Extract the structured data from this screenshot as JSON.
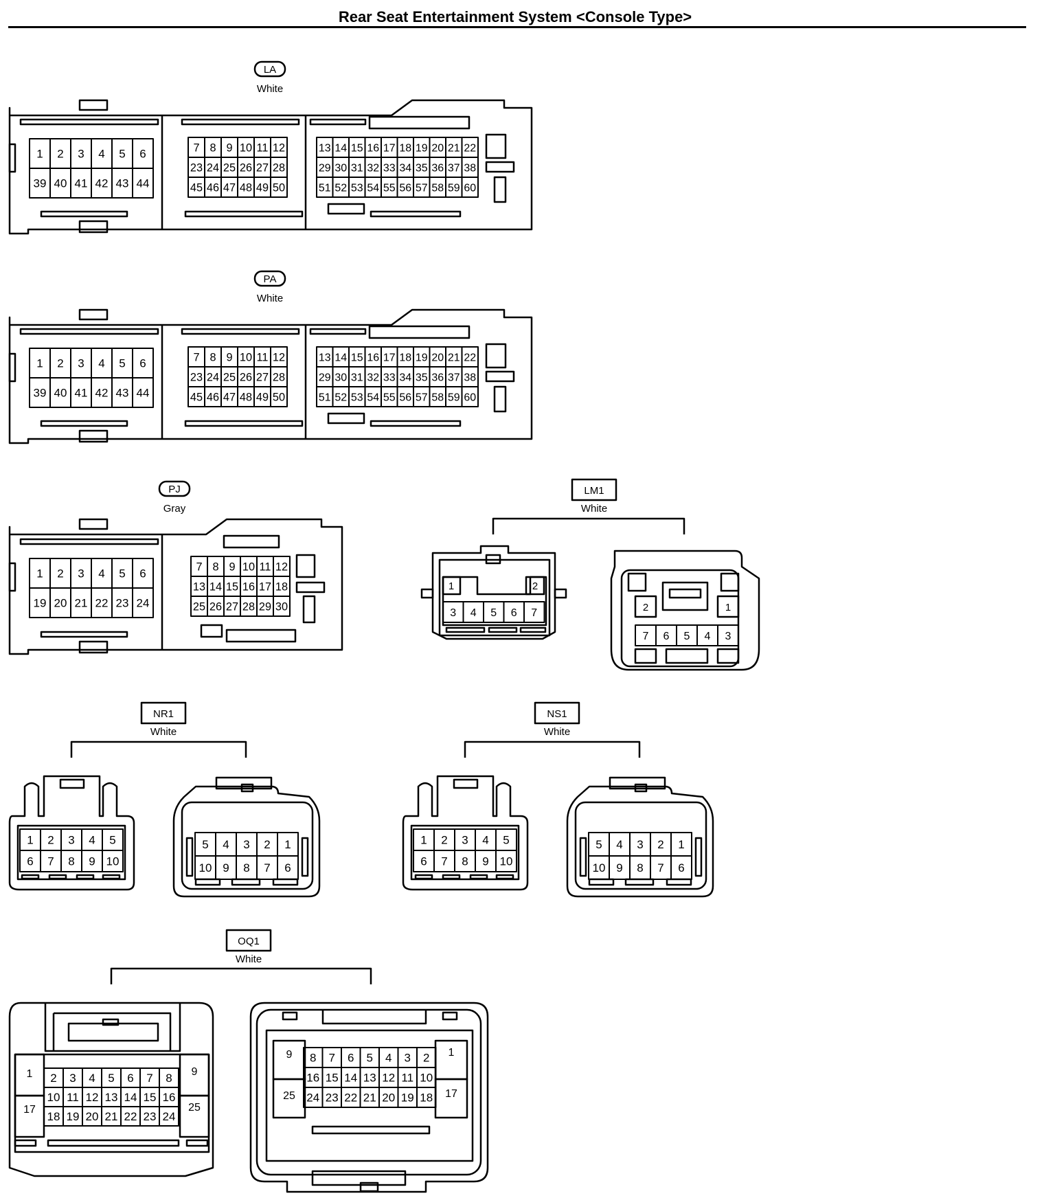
{
  "page_title": "Rear Seat Entertainment System <Console Type>",
  "connectors": {
    "LA": {
      "label": "LA",
      "color": "White"
    },
    "PA": {
      "label": "PA",
      "color": "White"
    },
    "PJ": {
      "label": "PJ",
      "color": "Gray"
    },
    "LM1": {
      "label": "LM1",
      "color": "White"
    },
    "NR1": {
      "label": "NR1",
      "color": "White"
    },
    "NS1": {
      "label": "NS1",
      "color": "White"
    },
    "OQ1": {
      "label": "OQ1",
      "color": "White"
    }
  },
  "pinouts": {
    "ecu60": {
      "left": [
        [
          "1",
          "2",
          "3",
          "4",
          "5",
          "6"
        ],
        [
          "39",
          "40",
          "41",
          "42",
          "43",
          "44"
        ]
      ],
      "middle": [
        [
          "7",
          "8",
          "9",
          "10",
          "11",
          "12"
        ],
        [
          "23",
          "24",
          "25",
          "26",
          "27",
          "28"
        ],
        [
          "45",
          "46",
          "47",
          "48",
          "49",
          "50"
        ]
      ],
      "right": [
        [
          "13",
          "14",
          "15",
          "16",
          "17",
          "18",
          "19",
          "20",
          "21",
          "22"
        ],
        [
          "29",
          "30",
          "31",
          "32",
          "33",
          "34",
          "35",
          "36",
          "37",
          "38"
        ],
        [
          "51",
          "52",
          "53",
          "54",
          "55",
          "56",
          "57",
          "58",
          "59",
          "60"
        ]
      ]
    },
    "pj30": {
      "left": [
        [
          "1",
          "2",
          "3",
          "4",
          "5",
          "6"
        ],
        [
          "19",
          "20",
          "21",
          "22",
          "23",
          "24"
        ]
      ],
      "right": [
        [
          "7",
          "8",
          "9",
          "10",
          "11",
          "12"
        ],
        [
          "13",
          "14",
          "15",
          "16",
          "17",
          "18"
        ],
        [
          "25",
          "26",
          "27",
          "28",
          "29",
          "30"
        ]
      ]
    },
    "lm1": {
      "male": {
        "top": [
          "1",
          "2"
        ],
        "bottom": [
          "3",
          "4",
          "5",
          "6",
          "7"
        ]
      },
      "female": {
        "top": [
          "2",
          "1"
        ],
        "bottom": [
          "7",
          "6",
          "5",
          "4",
          "3"
        ]
      }
    },
    "c10": {
      "male": [
        [
          "1",
          "2",
          "3",
          "4",
          "5"
        ],
        [
          "6",
          "7",
          "8",
          "9",
          "10"
        ]
      ],
      "female": [
        [
          "5",
          "4",
          "3",
          "2",
          "1"
        ],
        [
          "10",
          "9",
          "8",
          "7",
          "6"
        ]
      ]
    },
    "oq1": {
      "male": {
        "sideL": [
          "1",
          "17"
        ],
        "sideR": [
          "9",
          "25"
        ],
        "rows": [
          [
            "2",
            "3",
            "4",
            "5",
            "6",
            "7",
            "8"
          ],
          [
            "10",
            "11",
            "12",
            "13",
            "14",
            "15",
            "16"
          ],
          [
            "18",
            "19",
            "20",
            "21",
            "22",
            "23",
            "24"
          ]
        ]
      },
      "female": {
        "sideL": [
          "9",
          "25"
        ],
        "sideR": [
          "1",
          "17"
        ],
        "rows": [
          [
            "8",
            "7",
            "6",
            "5",
            "4",
            "3",
            "2"
          ],
          [
            "16",
            "15",
            "14",
            "13",
            "12",
            "11",
            "10"
          ],
          [
            "24",
            "23",
            "22",
            "21",
            "20",
            "19",
            "18"
          ]
        ]
      }
    }
  }
}
